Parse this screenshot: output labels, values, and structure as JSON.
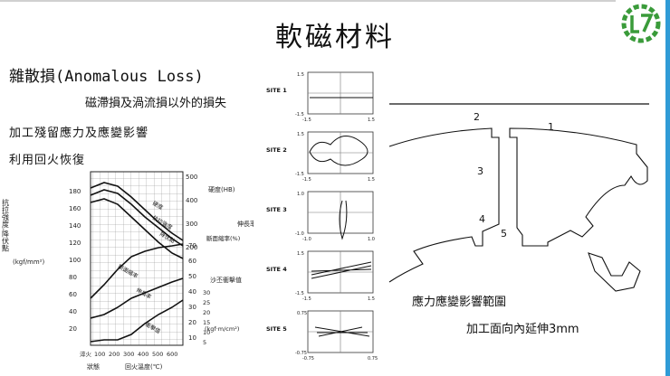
{
  "slide": {
    "title": "軟磁材料",
    "line1": "雜散損(Anomalous Loss)",
    "line2": "磁滯損及渦流損以外的損失",
    "line3": "加工殘留應力及應變影響",
    "line4": "利用回火恢復"
  },
  "logo": {
    "icon": "lightning-gear-logo-icon",
    "color": "#3a9b3a"
  },
  "temper_chart": {
    "left_axis_label": "抗拉強度,降伏點",
    "left_ticks": [
      "180",
      "160",
      "140",
      "120",
      "100",
      "80",
      "60",
      "40",
      "20"
    ],
    "left_unit": "(kgf/mm²)",
    "hardness_label": "硬度(HB)",
    "hardness_ticks": [
      "500",
      "400",
      "300",
      "200"
    ],
    "elong_label": "伸長率",
    "reduction_label": "斷面縮率(%)",
    "mid_ticks": [
      "70",
      "60",
      "50",
      "40",
      "30",
      "20",
      "10"
    ],
    "impact_label": "沙丕衝擊值",
    "impact_ticks": [
      "30",
      "25",
      "20",
      "15",
      "10",
      "5"
    ],
    "impact_unit": "(kgf·m/cm²)",
    "x_ticks": [
      "淬火",
      "100",
      "200",
      "300",
      "400",
      "500",
      "600"
    ],
    "x_sub": "狀態",
    "x_label": "回火溫度(℃)",
    "curve_labels": [
      "硬度",
      "抗拉強度",
      "降伏點",
      "斷面縮率",
      "伸長率",
      "衝擊值"
    ]
  },
  "site_plots": [
    {
      "label": "SITE 1",
      "yt": "1.5",
      "yb": "-1.5",
      "xl": "-1.5",
      "xr": "1.5"
    },
    {
      "label": "SITE 2",
      "yt": "1.5",
      "yb": "-1.5",
      "xl": "-1.5",
      "xr": "1.5"
    },
    {
      "label": "SITE 3",
      "yt": "1.0",
      "yb": "-1.0",
      "xl": "-1.0",
      "xr": "1.0"
    },
    {
      "label": "SITE 4",
      "yt": "1.5",
      "yb": "-1.5",
      "xl": "-1.5",
      "xr": "1.5"
    },
    {
      "label": "SITE 5",
      "yt": "0.75",
      "yb": "-0.75",
      "xl": "-0.75",
      "xr": "0.75"
    }
  ],
  "stator": {
    "labels": [
      "1",
      "2",
      "3",
      "4",
      "5"
    ]
  },
  "captions": {
    "c1": "應力應變影響範圍",
    "c2": "加工面向內延伸3mm"
  }
}
